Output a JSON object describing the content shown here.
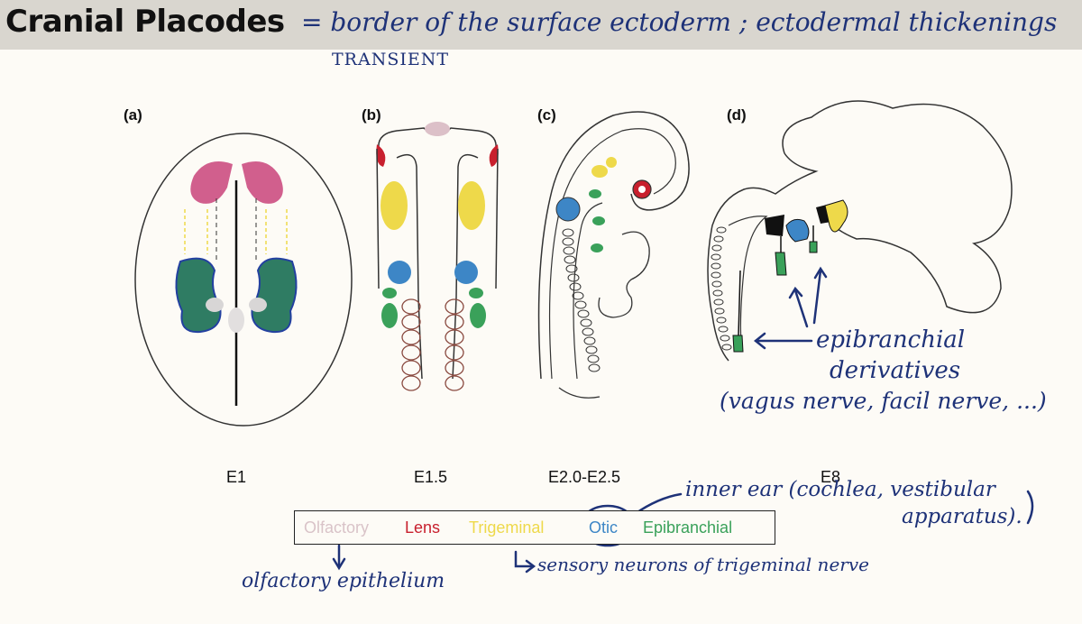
{
  "header": {
    "title": "Cranial Placodes",
    "handwritten_definition": "= border of the surface ectoderm ; ectodermal thickenings",
    "handwritten_note": "TRANSIENT"
  },
  "panels": {
    "a_label": "(a)",
    "b_label": "(b)",
    "c_label": "(c)",
    "d_label": "(d)"
  },
  "stages": [
    "E1",
    "E1.5",
    "E2.0-E2.5",
    "E8"
  ],
  "legend": {
    "items": [
      {
        "label": "Olfactory",
        "color": "#d9c3c8"
      },
      {
        "label": "Lens",
        "color": "#c8202e"
      },
      {
        "label": "Trigeminal",
        "color": "#eed94a"
      },
      {
        "label": "Otic",
        "color": "#3d86c6"
      },
      {
        "label": "Epibranchial",
        "color": "#3aa15a"
      }
    ]
  },
  "annotations": {
    "epibranchial_1": "epibranchial",
    "epibranchial_2": "derivatives",
    "epibranchial_3": "(vagus nerve, facil nerve, ...)",
    "inner_ear_1": "inner ear (cochlea, vestibular",
    "inner_ear_2": "apparatus).",
    "olfactory": "olfactory epithelium",
    "trigeminal": "sensory neurons of trigeminal nerve"
  },
  "colors": {
    "olfactory": "#d9c3c8",
    "olfactory_dark": "#c9437a",
    "lens": "#c8202e",
    "trigeminal": "#eed94a",
    "otic": "#3d86c6",
    "epibranchial": "#3aa15a",
    "ink": "#1e3278"
  }
}
